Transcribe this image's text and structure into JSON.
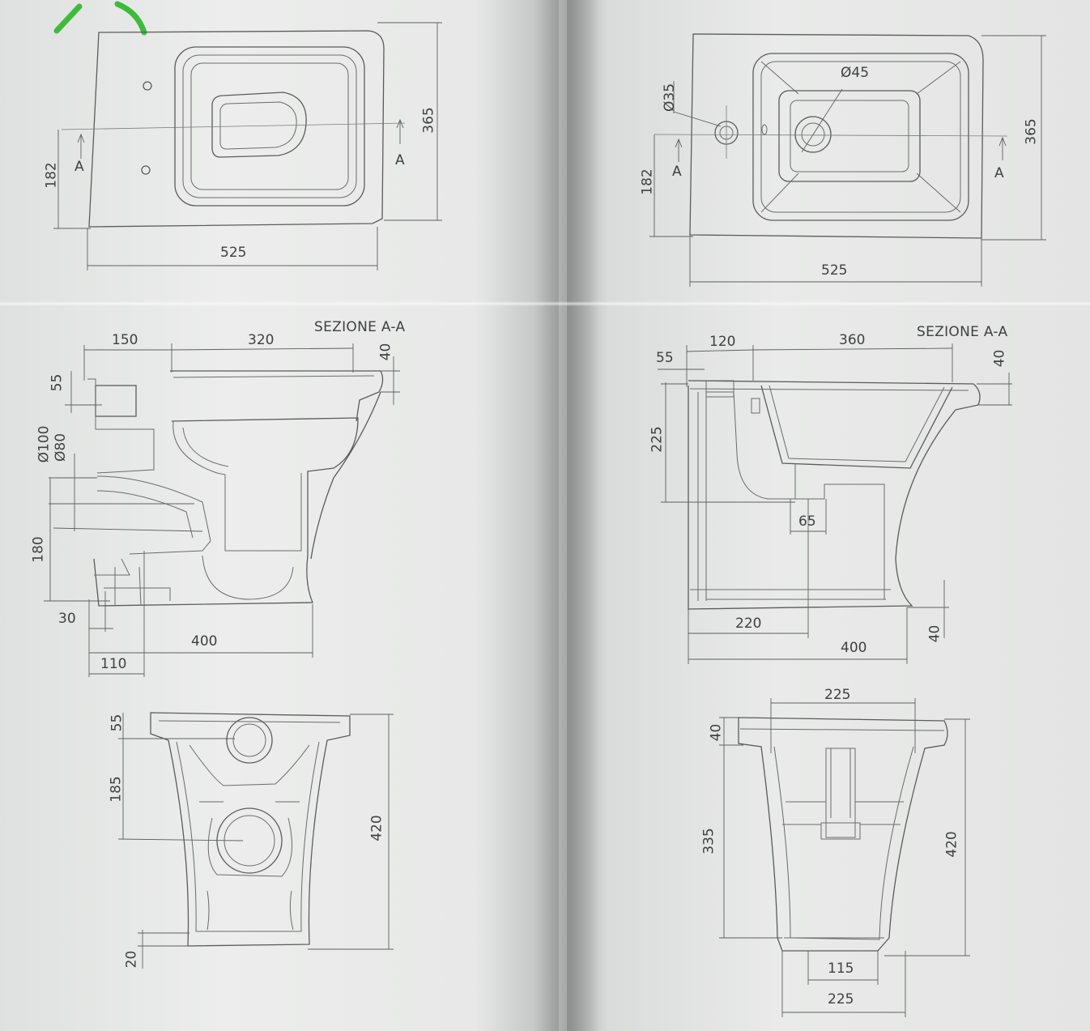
{
  "colors": {
    "paper": "#e4e6e5",
    "ink": "#4a4c4c",
    "mark": "#3dbb3a"
  },
  "left_sheet": {
    "plan": {
      "width": "525",
      "depth": "365",
      "offset": "182",
      "cut_left": "A",
      "cut_right": "A"
    },
    "section": {
      "title": "SEZIONE A-A",
      "top_rear": "150",
      "top_bowl": "320",
      "rim": "40",
      "inlet_height": "55",
      "outlet_outer": "Ø100",
      "outlet_inner": "Ø80",
      "outlet_height": "180",
      "floor_gap": "30",
      "length": "400",
      "outlet_offset": "110"
    },
    "rear_view": {
      "top": "55",
      "spacing": "185",
      "height": "420",
      "base": "20"
    }
  },
  "right_sheet": {
    "plan": {
      "width": "525",
      "depth": "365",
      "offset": "182",
      "tap_hole": "Ø35",
      "drain_hole": "Ø45",
      "cut_left": "A",
      "cut_right": "A"
    },
    "section": {
      "title": "SEZIONE A-A",
      "top_rear": "120",
      "top_bowl": "360",
      "rim": "40",
      "inlet": "55",
      "bowl_depth": "225",
      "drain": "65",
      "drain_offset": "220",
      "length": "400",
      "base": "40"
    },
    "rear_view": {
      "top_width": "225",
      "rim": "40",
      "body": "335",
      "height": "420",
      "foot_inner": "115",
      "foot_outer": "225"
    }
  }
}
